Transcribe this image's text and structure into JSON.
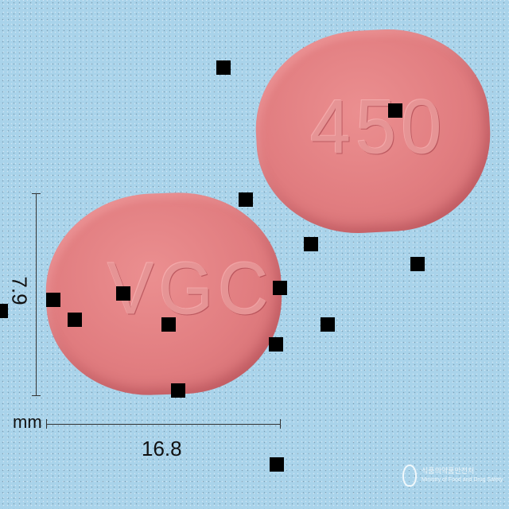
{
  "image": {
    "description_label": "",
    "background_color": "#a9d3ea",
    "pill_color": "#e17d80"
  },
  "pills": {
    "back_imprint": "450",
    "front_imprint": "VGC"
  },
  "dimensions": {
    "height": "7.9",
    "width": "16.8",
    "unit": "mm"
  },
  "watermark": {
    "line1": "식품의약품안전처",
    "line2": "Ministry of Food and Drug Safety"
  }
}
